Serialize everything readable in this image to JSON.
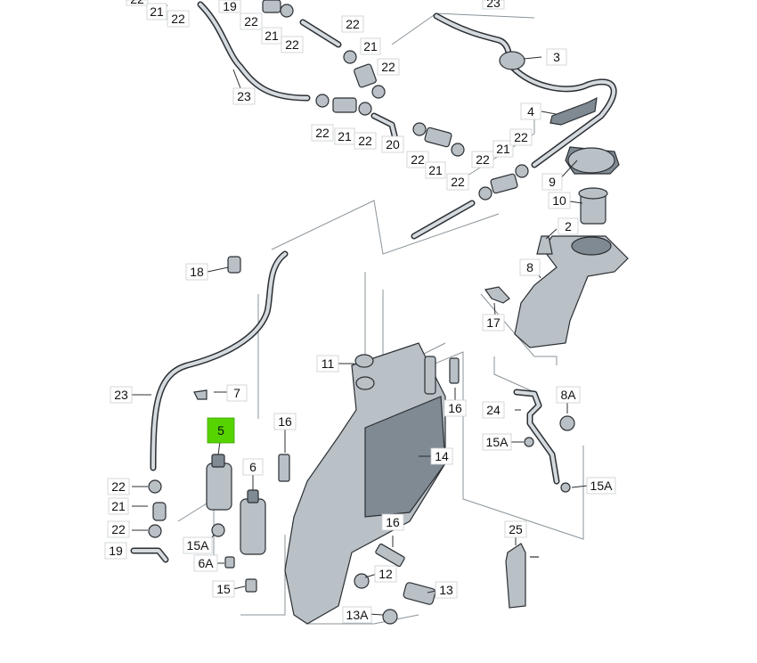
{
  "labels": {
    "p22": "22",
    "p21": "21",
    "p19": "19",
    "p23": "23",
    "p3": "3",
    "p4": "4",
    "p20": "20",
    "p9": "9",
    "p10": "10",
    "p2": "2",
    "p8": "8",
    "p18": "18",
    "p17": "17",
    "p11": "11",
    "p16": "16",
    "p14": "14",
    "p7": "7",
    "p5": "5",
    "p6": "6",
    "p24": "24",
    "p8A": "8A",
    "p15A": "15A",
    "p6A": "6A",
    "p15": "15",
    "p12": "12",
    "p13": "13",
    "p13A": "13A",
    "p25": "25"
  },
  "highlight": {
    "part": "5",
    "color": "#55d400"
  }
}
